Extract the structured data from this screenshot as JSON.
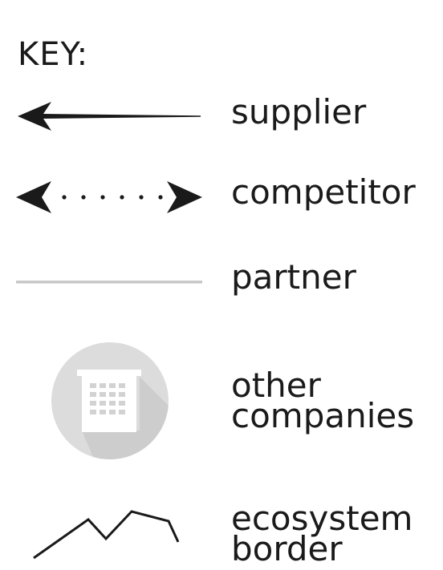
{
  "legend": {
    "title": "KEY:",
    "items": [
      {
        "id": "supplier",
        "label": "supplier",
        "symbol": "solid-arrow-left"
      },
      {
        "id": "competitor",
        "label": "competitor",
        "symbol": "dotted-double-arrow"
      },
      {
        "id": "partner",
        "label": "partner",
        "symbol": "grey-line"
      },
      {
        "id": "other-companies",
        "label_lines": [
          "other",
          "companies"
        ],
        "symbol": "building-circle-icon"
      },
      {
        "id": "ecosystem-border",
        "label_lines": [
          "ecosystem",
          "border"
        ],
        "symbol": "jagged-line"
      }
    ]
  },
  "colors": {
    "text": "#1a1a1a",
    "partner_line": "#c8c8c8",
    "circle": "#dcdcdc",
    "building": "#ffffff"
  }
}
